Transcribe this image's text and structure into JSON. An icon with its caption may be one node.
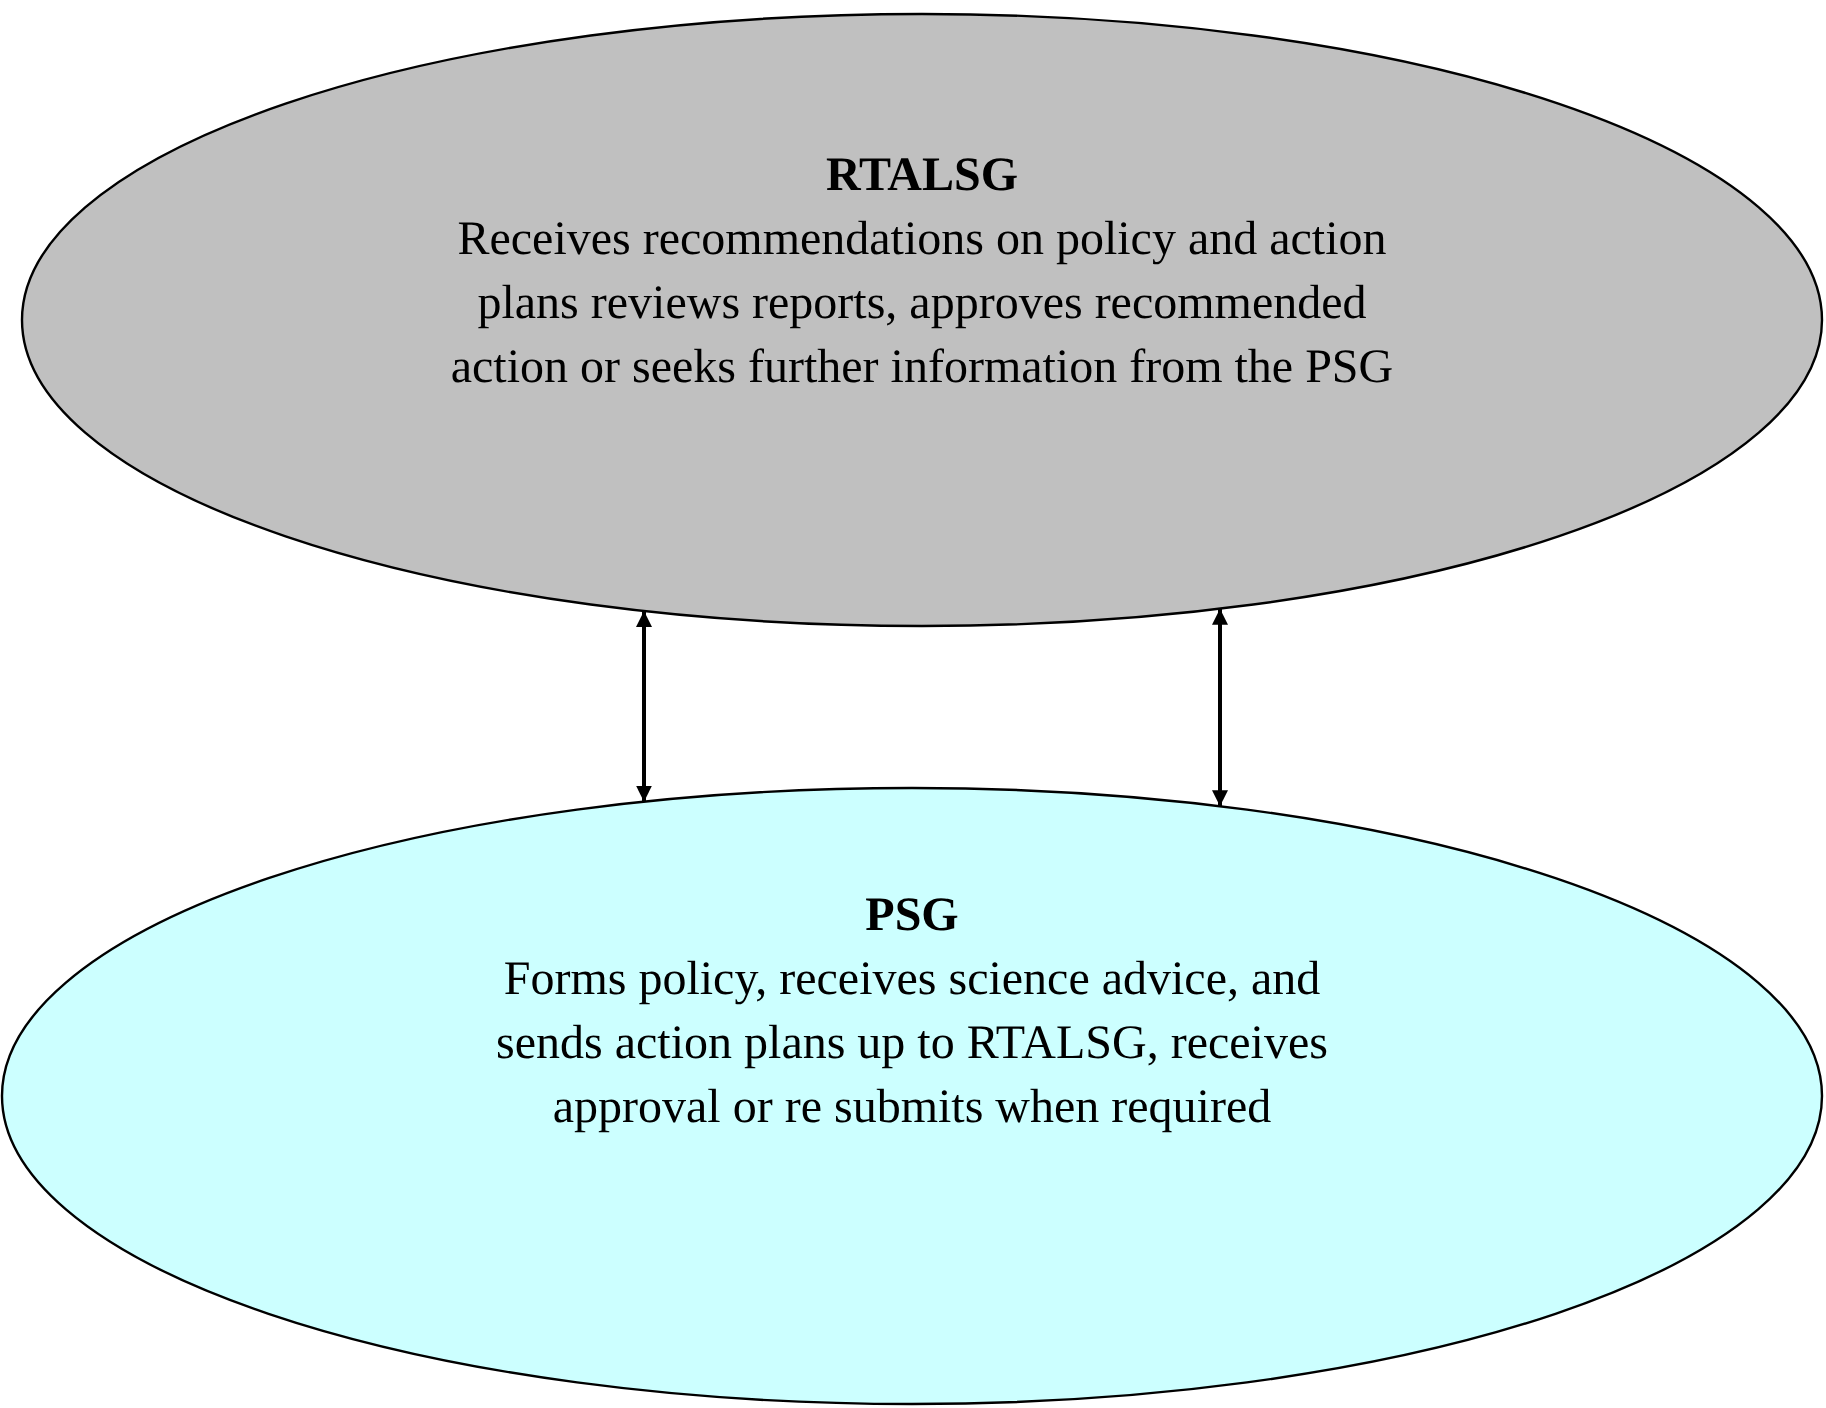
{
  "diagram": {
    "nodes": [
      {
        "text": [
          "RTALSG",
          "Receives recommendations on policy and action plans reviews reports, approves recommended action or seeks further information from the PSG"
        ]
      },
      {
        "text": [
          "PSG",
          "Forms policy, receives science advice, and sends action plans up to RTALSG, receives approval or re submits when required"
        ]
      }
    ],
    "edges": [
      {
        "from": 0,
        "to": 1,
        "arrow": "both"
      },
      {
        "from": 0,
        "to": 1,
        "arrow": "both"
      }
    ]
  }
}
